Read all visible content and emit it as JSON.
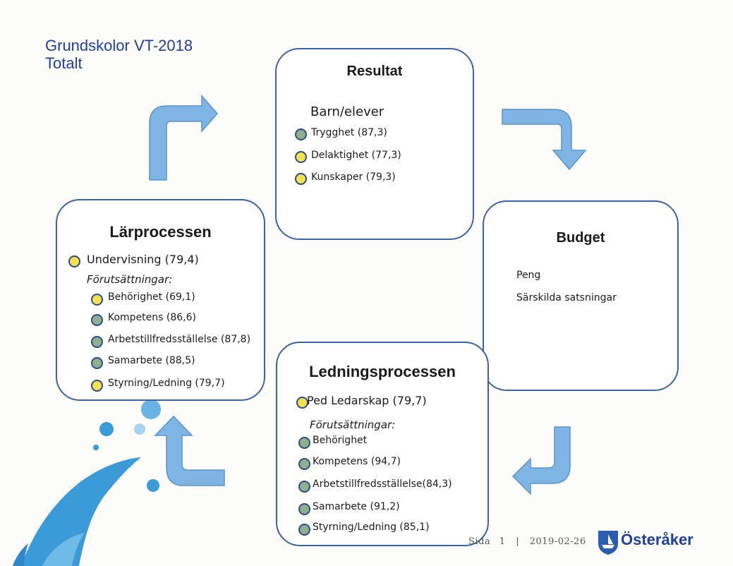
{
  "header": {
    "title_line1": "Grundskolor VT-2018",
    "title_line2": "Totalt"
  },
  "colors": {
    "title_blue": "#1f3f9a",
    "box_border": "#3d62a8",
    "arrow_fill": "#7fb5e4",
    "arrow_stroke": "#5a93cc",
    "indicator_yellow": "#f3e24e",
    "indicator_green": "#8fb08a"
  },
  "resultat": {
    "title": "Resultat",
    "subtitle": "Barn/elever",
    "items": [
      {
        "label": "Trygghet (87,3)",
        "status": "green"
      },
      {
        "label": "Delaktighet (77,3)",
        "status": "yellow"
      },
      {
        "label": "Kunskaper (79,3)",
        "status": "yellow"
      }
    ]
  },
  "budget": {
    "title": "Budget",
    "items": [
      "Peng",
      "Särskilda satsningar"
    ]
  },
  "larprocessen": {
    "title": "Lärprocessen",
    "main_item": {
      "label": "Undervisning (79,4)",
      "status": "yellow"
    },
    "subheading": "Förutsättningar:",
    "items": [
      {
        "label": "Behörighet (69,1)",
        "status": "yellow"
      },
      {
        "label": "Kompetens (86,6)",
        "status": "green"
      },
      {
        "label": "Arbetstillfredsställelse (87,8)",
        "status": "green"
      },
      {
        "label": "Samarbete (88,5)",
        "status": "green"
      },
      {
        "label": "Styrning/Ledning (79,7)",
        "status": "yellow"
      }
    ]
  },
  "ledningsprocessen": {
    "title": "Ledningsprocessen",
    "main_item": {
      "label": "Ped Ledarskap (79,7)",
      "status": "yellow"
    },
    "subheading": "Förutsättningar:",
    "items": [
      {
        "label": "Behörighet",
        "status": "green"
      },
      {
        "label": "Kompetens (94,7)",
        "status": "green"
      },
      {
        "label": "Arbetstillfredsställelse(84,3)",
        "status": "green"
      },
      {
        "label": "Samarbete (91,2)",
        "status": "green"
      },
      {
        "label": "Styrning/Ledning (85,1)",
        "status": "green"
      }
    ]
  },
  "footer": {
    "page_label": "Sida",
    "page_number": "1",
    "separator": "|",
    "date": "2019-02-26",
    "logo_text": "Österåker",
    "logo_icon": "boat-shield-icon"
  }
}
